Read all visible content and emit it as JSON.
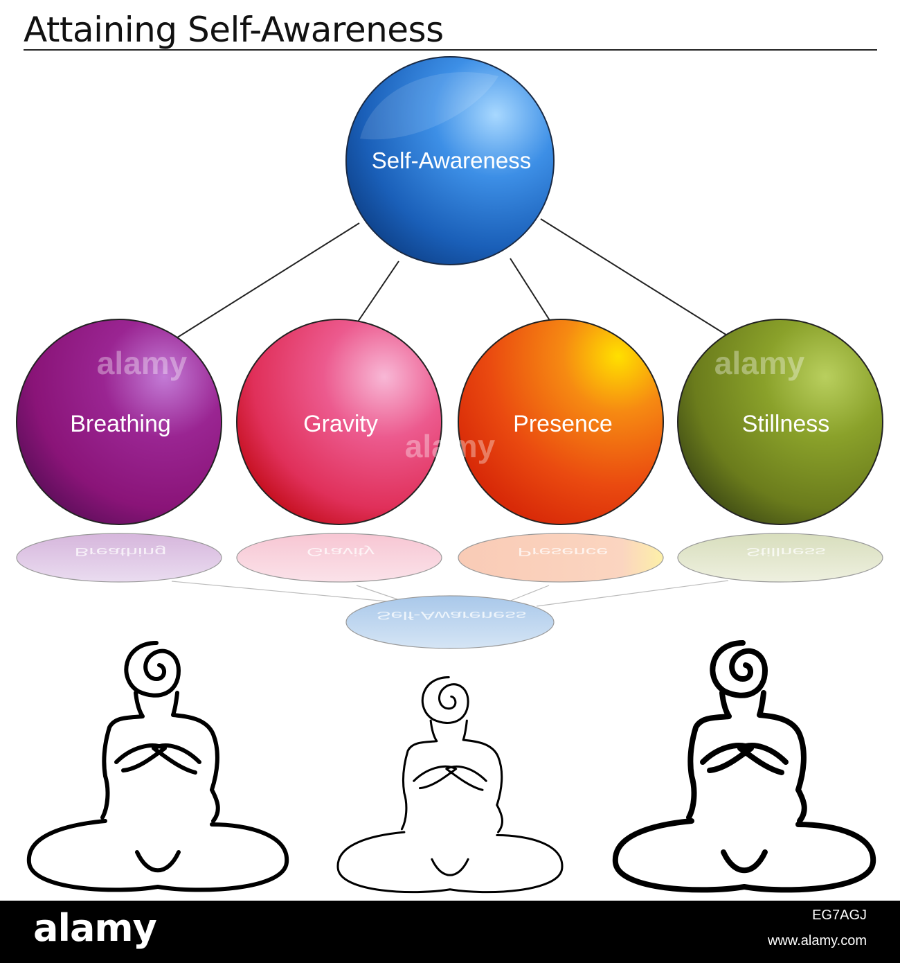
{
  "title": "Attaining Self-Awareness",
  "root": {
    "label": "Self-Awareness",
    "color": "#1a5fb8"
  },
  "nodes": [
    {
      "label": "Breathing",
      "color": "#8a1478"
    },
    {
      "label": "Gravity",
      "color": "#e0305a"
    },
    {
      "label": "Presence",
      "color": "#ea4a10"
    },
    {
      "label": "Stillness",
      "color": "#6b7c1c"
    }
  ],
  "footer": {
    "brand": "alamy",
    "image_id": "EG7AGJ",
    "site": "www.alamy.com"
  },
  "watermark": "alamy",
  "icons": [
    "meditating-person-icon",
    "meditating-person-icon",
    "meditating-person-icon"
  ]
}
